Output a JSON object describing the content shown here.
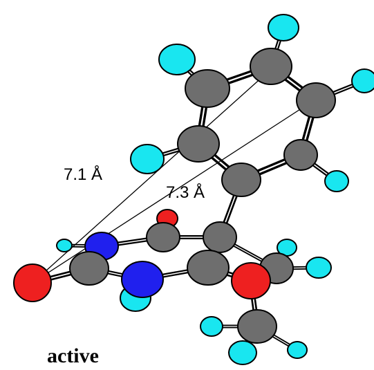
{
  "labels": {
    "distance_1": "7.1 Å",
    "distance_2": "7.3 Å",
    "caption": "active"
  },
  "colors": {
    "carbon": "#6e6e6e",
    "hydrogen": "#19e6f0",
    "nitrogen": "#2020ee",
    "oxygen": "#ee2020",
    "bond": "#000000",
    "background": "#ffffff"
  }
}
